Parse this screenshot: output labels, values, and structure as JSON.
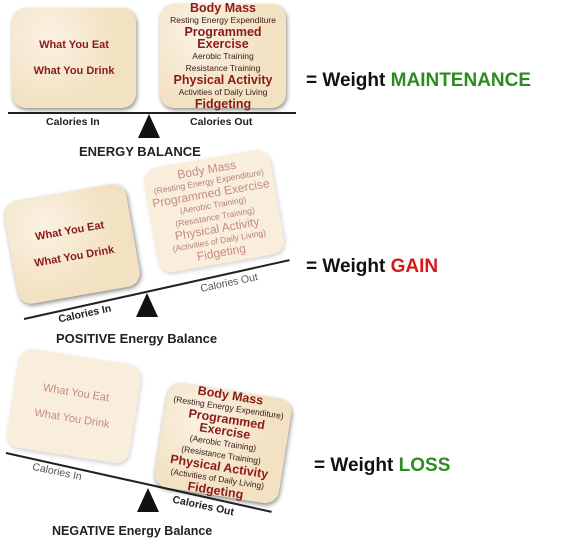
{
  "panels": [
    {
      "calories_in_items": [
        "What You Eat",
        "What You Drink"
      ],
      "calories_out_items": [
        {
          "text": "Body Mass",
          "major": true
        },
        {
          "text": "Resting Energy Expenditure",
          "major": false
        },
        {
          "text": "Programmed Exercise",
          "major": true
        },
        {
          "text": "Aerobic Training",
          "major": false
        },
        {
          "text": "Resistance Training",
          "major": false
        },
        {
          "text": "Physical Activity",
          "major": true
        },
        {
          "text": "Activities of Daily Living",
          "major": false
        },
        {
          "text": "Fidgeting",
          "major": true
        }
      ],
      "label_in": "Calories In",
      "label_out": "Calories Out",
      "title": "ENERGY BALANCE",
      "result_prefix": "= Weight ",
      "result_word": "MAINTENANCE",
      "result_color": "#2e8b22"
    },
    {
      "calories_in_items": [
        "What You Eat",
        "What You Drink"
      ],
      "calories_out_items": [
        {
          "text": "Body Mass",
          "major": true
        },
        {
          "text": "(Resting Energy Expenditure)",
          "major": false
        },
        {
          "text": "Programmed Exercise",
          "major": true
        },
        {
          "text": "(Aerobic Training)",
          "major": false
        },
        {
          "text": "(Resistance Training)",
          "major": false
        },
        {
          "text": "Physical Activity",
          "major": true
        },
        {
          "text": "(Activities of Daily Living)",
          "major": false
        },
        {
          "text": "Fidgeting",
          "major": true
        }
      ],
      "label_in": "Calories In",
      "label_out": "Calories Out",
      "title": "POSITIVE Energy Balance",
      "result_prefix": "= Weight ",
      "result_word": "GAIN",
      "result_color": "#d81919"
    },
    {
      "calories_in_items": [
        "What You Eat",
        "What You Drink"
      ],
      "calories_out_items": [
        {
          "text": "Body Mass",
          "major": true
        },
        {
          "text": "(Resting Energy Expenditure)",
          "major": false
        },
        {
          "text": "Programmed Exercise",
          "major": true
        },
        {
          "text": "(Aerobic Training)",
          "major": false
        },
        {
          "text": "(Resistance Training)",
          "major": false
        },
        {
          "text": "Physical Activity",
          "major": true
        },
        {
          "text": "(Activities of Daily Living)",
          "major": false
        },
        {
          "text": "Fidgeting",
          "major": true
        }
      ],
      "label_in": "Calories In",
      "label_out": "Calories Out",
      "title": "NEGATIVE Energy Balance",
      "result_prefix": "= Weight ",
      "result_word": "LOSS",
      "result_color": "#2e8b22"
    }
  ]
}
